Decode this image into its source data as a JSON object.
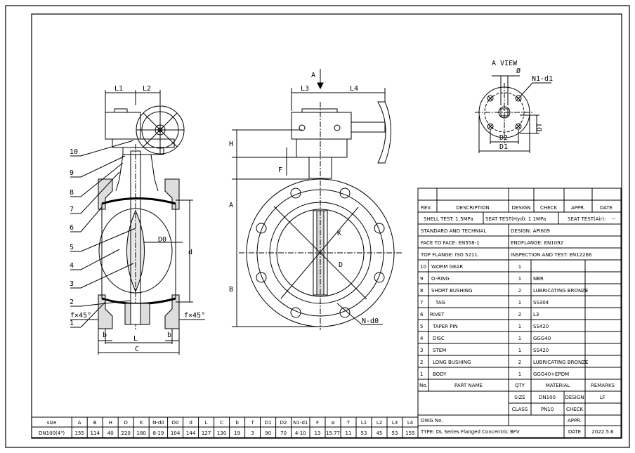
{
  "views": {
    "a_view": "A VIEW",
    "a_view_labels": {
      "phi": "Ø",
      "n1_d1": "N1-d1",
      "d2": "D2",
      "d1": "D1",
      "dt": "DT"
    },
    "side_labels": {
      "l1": "L1",
      "l2": "L2",
      "l": "L",
      "c": "C",
      "b_left": "b",
      "b_right": "b",
      "f45_left": "f×45°",
      "f45_right": "f×45°",
      "d0": "D0",
      "d": "d"
    },
    "part_numbers": [
      "10",
      "9",
      "8",
      "7",
      "6",
      "5",
      "4",
      "3",
      "2",
      "1"
    ],
    "front_labels": {
      "a_arrow": "A",
      "l3": "L3",
      "l4": "L4",
      "h": "H",
      "f": "F",
      "a": "A",
      "b": "B",
      "k": "K",
      "d": "D",
      "n_d0": "N-d0"
    }
  },
  "title_block": {
    "header": [
      "REV.",
      "DESCRIPTION",
      "DESIGN",
      "CHECK",
      "APPR.",
      "DATE"
    ],
    "tests": {
      "shell": "SHELL TEST: 1.5MPa",
      "seat_hyd": "SEAT TEST(Hyd): 1.1MPa",
      "seat_air": "SEAT TEST(Air):",
      "seat_air_val": "--"
    },
    "standards": [
      [
        "STANDARD AND TECHNIAL",
        "DESIGN: API609"
      ],
      [
        "FACE TO FACE: EN558-1",
        "ENDFLANGE: EN1092"
      ],
      [
        "TOP FLANGE: ISO 5211.",
        "INSPECTION AND TEST: EN12266"
      ]
    ],
    "parts": [
      {
        "no": "10",
        "name": "WORM GEAR",
        "qty": "1",
        "material": ""
      },
      {
        "no": "9",
        "name": "O-RING",
        "qty": "1",
        "material": "NBR"
      },
      {
        "no": "8",
        "name": "SHORT BUSHING",
        "qty": "2",
        "material": "LUBRICATING BRONZE"
      },
      {
        "no": "7",
        "name": "TAG",
        "qty": "1",
        "material": "SS304"
      },
      {
        "no": "6",
        "name": "RIVET",
        "qty": "2",
        "material": "L3"
      },
      {
        "no": "5",
        "name": "TAPER PIN",
        "qty": "1",
        "material": "SS420"
      },
      {
        "no": "4",
        "name": "DISC",
        "qty": "1",
        "material": "GGG40"
      },
      {
        "no": "3",
        "name": "STEM",
        "qty": "1",
        "material": "SS420"
      },
      {
        "no": "2",
        "name": "LONG BUSHING",
        "qty": "2",
        "material": "LUBRICATING BRONZE"
      },
      {
        "no": "1",
        "name": "BODY",
        "qty": "1",
        "material": "GGG40+EPDM"
      }
    ],
    "parts_header": [
      "No.",
      "PART NAME",
      "QTY",
      "MATERIAL",
      "REMARKS"
    ],
    "size_row": {
      "label": "SIZE",
      "value": "DN100",
      "design_label": "DESIGN",
      "design_value": "LF"
    },
    "class_row": {
      "label": "CLASS",
      "value": "PN10",
      "check_label": "CHECK"
    },
    "dwg_no": "DWG No.",
    "appr": "APPR.",
    "type": "TYPE: DL Series Flanged Concentric BFV",
    "date_label": "DATE",
    "date_value": "2022.5.6"
  },
  "dimension_table": {
    "headers": [
      "size",
      "A",
      "B",
      "H",
      "D",
      "K",
      "N-d0",
      "D0",
      "d",
      "L",
      "C",
      "b",
      "f",
      "D1",
      "D2",
      "N1-d1",
      "F",
      "ø",
      "T",
      "L1",
      "L2",
      "L3",
      "L4"
    ],
    "values": [
      "DN100(4\")",
      "155",
      "114",
      "40",
      "220",
      "180",
      "8-19",
      "104",
      "144",
      "127",
      "130",
      "19",
      "3",
      "90",
      "70",
      "4-10",
      "13",
      "15.77",
      "11",
      "53",
      "45",
      "53",
      "155"
    ]
  }
}
